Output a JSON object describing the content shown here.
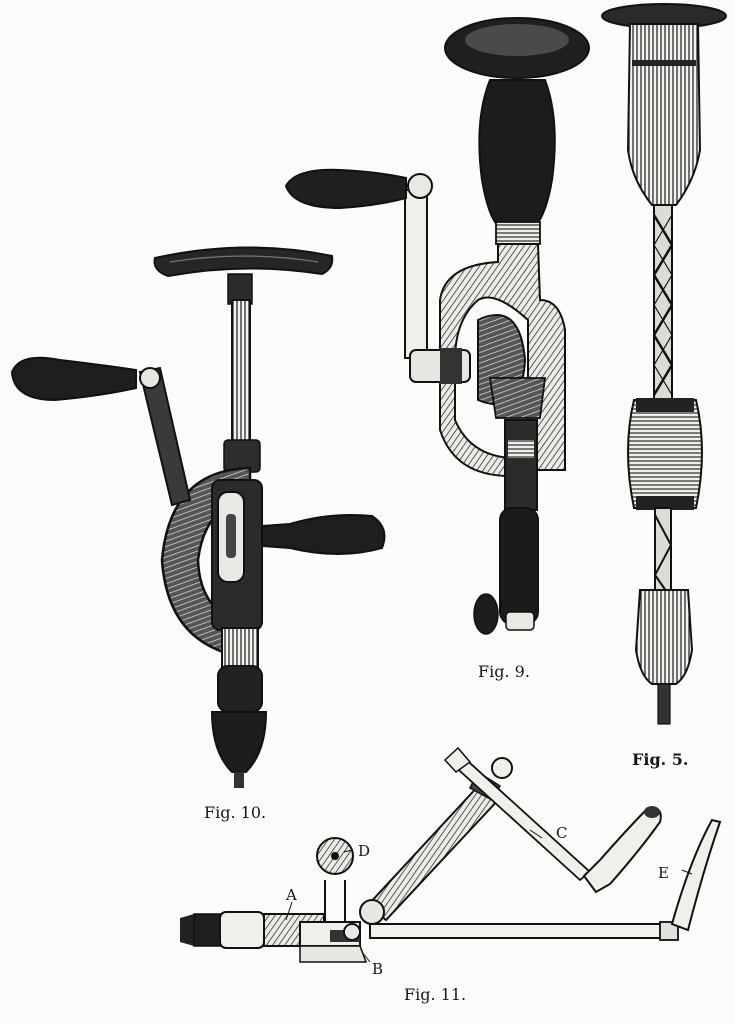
{
  "figures": [
    {
      "id": "fig10",
      "caption": "Fig. 10."
    },
    {
      "id": "fig9",
      "caption": "Fig. 9."
    },
    {
      "id": "fig5",
      "caption": "Fig. 5."
    },
    {
      "id": "fig11",
      "caption": "Fig. 11."
    }
  ],
  "fig11_labels": {
    "a": "A",
    "b": "B",
    "c": "C",
    "d": "D",
    "e": "E"
  },
  "colors": {
    "ink": "#141414",
    "paper": "#fbfbf9"
  }
}
